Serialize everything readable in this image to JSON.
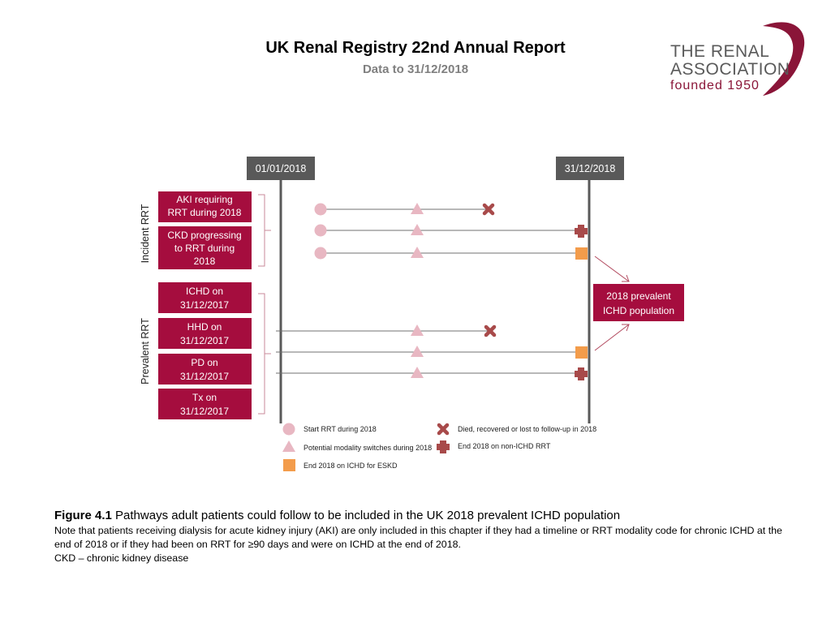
{
  "header": {
    "title": "UK Renal Registry 22nd Annual Report",
    "subtitle": "Data to 31/12/2018"
  },
  "logo": {
    "line1": "THE RENAL",
    "line2": "ASSOCIATION",
    "line3": "founded 1950",
    "color": "#8a1538"
  },
  "diagram": {
    "dates": {
      "start": "01/01/2018",
      "end": "31/12/2018"
    },
    "groups": {
      "incident": "Incident RRT",
      "prevalent": "Prevalent RRT"
    },
    "boxes": {
      "aki": [
        "AKI requiring",
        "RRT during 2018"
      ],
      "ckd": [
        "CKD progressing",
        "to RRT during",
        "2018"
      ],
      "ichd": [
        "ICHD on",
        "31/12/2017"
      ],
      "hhd": [
        "HHD on",
        "31/12/2017"
      ],
      "pd": [
        "PD on",
        "31/12/2017"
      ],
      "tx": [
        "Tx on",
        "31/12/2017"
      ]
    },
    "result": [
      "2018 prevalent",
      "ICHD  population"
    ],
    "legend": {
      "start": "Start RRT during 2018",
      "switch": "Potential modality switches during 2018",
      "end_ichd": "End 2018 on ICHD for ESKD",
      "died": "Died, recovered or lost to follow-up in 2018",
      "non_ichd": "End 2018 on non-ICHD RRT"
    },
    "colors": {
      "box": "#a50d3e",
      "date_box": "#595959",
      "circle": "#e8b7c2",
      "triangle": "#e8b7c2",
      "cross": "#a84a4a",
      "orange": "#f39c4b",
      "plus": "#a84a4a"
    }
  },
  "caption": {
    "figure_label": "Figure 4.1",
    "figure_title": "Pathways adult patients could follow to be included in the UK 2018 prevalent ICHD population",
    "note": "Note that patients receiving dialysis for acute kidney injury (AKI) are only included in this chapter if they had a timeline or RRT modality code for chronic ICHD at the end of 2018 or if they had been on RRT for ≥90 days and were on ICHD at the end of 2018.",
    "abbreviation": "CKD – chronic kidney disease"
  }
}
